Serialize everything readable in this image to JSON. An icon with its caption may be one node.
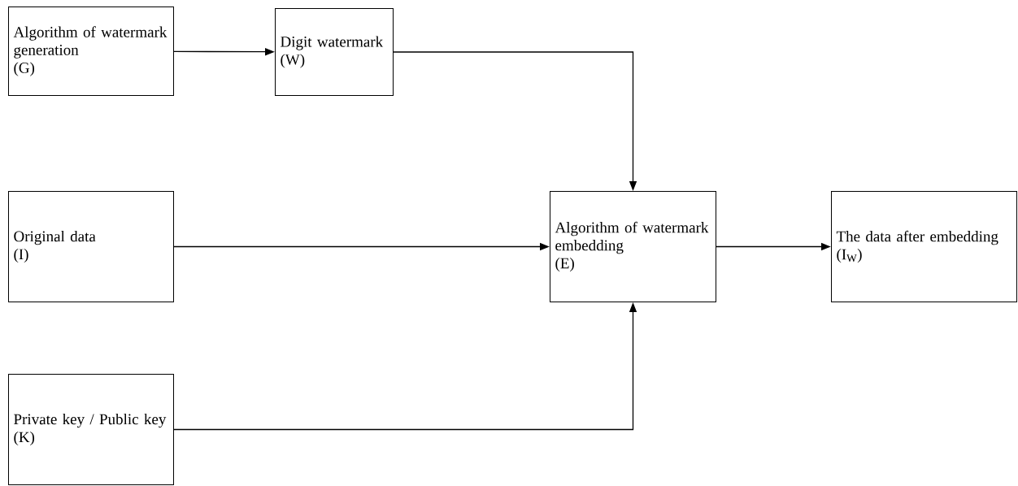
{
  "diagram": {
    "nodes": [
      {
        "text": [
          "Algorithm of watermark generation",
          "(G)"
        ]
      },
      {
        "text": [
          "Digit watermark",
          "(W)"
        ]
      },
      {
        "text": [
          "Original data",
          "(I)"
        ]
      },
      {
        "text": [
          "Algorithm of watermark embedding",
          "(E)"
        ]
      },
      {
        "text": [
          "The data after embedding",
          "(I$_{W}$)"
        ]
      },
      {
        "text": [
          "Private key / Public key",
          "(K)"
        ]
      }
    ],
    "edges": [
      {
        "from": 0,
        "to": 1,
        "arrow": "to"
      },
      {
        "from": 1,
        "to": 3,
        "arrow": "to"
      },
      {
        "from": 2,
        "to": 3,
        "arrow": "to"
      },
      {
        "from": 3,
        "to": 4,
        "arrow": "to"
      },
      {
        "from": 5,
        "to": 3,
        "arrow": "to"
      }
    ]
  }
}
